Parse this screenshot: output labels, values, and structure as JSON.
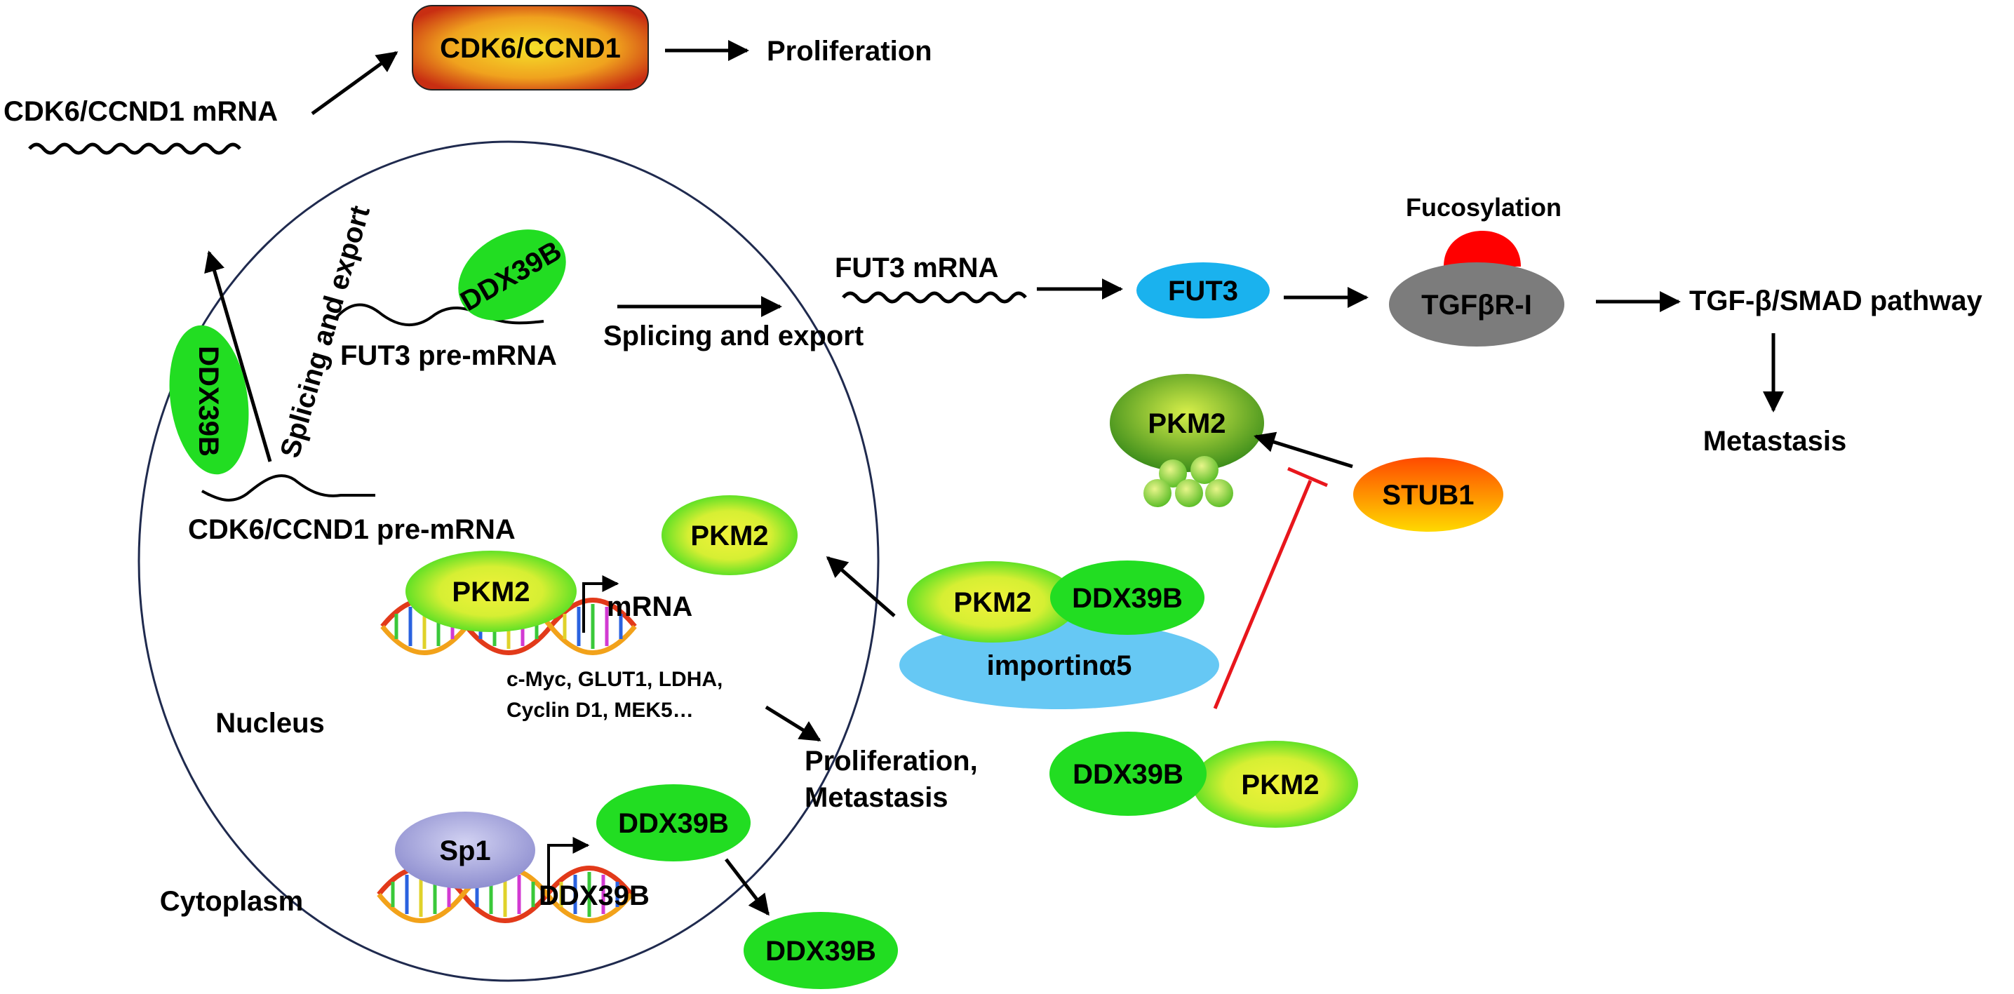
{
  "colors": {
    "green": "#22dd22",
    "pkm2_center": "#f2f23a",
    "pkm2_edge": "#44dd22",
    "fut3": "#1ab2ee",
    "tgfbr": "#7c7c7c",
    "importin": "#66c8f4",
    "sp1": "#a5a5dd",
    "cdk_outer": "#c82e12",
    "cdk_inner": "#f5e12a",
    "stub1_top": "#ff5a00",
    "stub1_bottom": "#ffd900",
    "fucosylation": "#ff0000",
    "inhibit": "#e8161c",
    "arrow": "#000000",
    "membrane": "#1f2a4e"
  },
  "labels": {
    "cdk6_ccnd1_protein": "CDK6/CCND1",
    "proliferation_top": "Proliferation",
    "cdk6_ccnd1_mrna": "CDK6/CCND1 mRNA",
    "splicing_export_vertical": "Splicing and export",
    "ddx39b_left": "DDX39B",
    "cdk6_ccnd1_premrna": "CDK6/CCND1 pre-mRNA",
    "ddx39b_fut3": "DDX39B",
    "fut3_premrna": "FUT3 pre-mRNA",
    "splicing_export_fut3": "Splicing and export",
    "fut3_mrna": "FUT3 mRNA",
    "fut3_protein": "FUT3",
    "fucosylation": "Fucosylation",
    "tgfbr1": "TGFβR-I",
    "tgfb_smad": "TGF-β/SMAD pathway",
    "metastasis_right": "Metastasis",
    "pkm2_tetramer": "PKM2",
    "stub1": "STUB1",
    "pkm2_nuclear": "PKM2",
    "pkm2_complex": "PKM2",
    "ddx39b_complex": "DDX39B",
    "importin": "importinα5",
    "pkm2_dna": "PKM2",
    "mrna": "mRNA",
    "targets_line1": "c-Myc, GLUT1, LDHA,",
    "targets_line2": "Cyclin D1, MEK5…",
    "nucleus": "Nucleus",
    "prolif_metastasis_line1": "Proliferation,",
    "prolif_metastasis_line2": "Metastasis",
    "ddx39b_pair": "DDX39B",
    "pkm2_pair": "PKM2",
    "sp1": "Sp1",
    "ddx39b_gene": "DDX39B",
    "ddx39b_nuclear": "DDX39B",
    "cytoplasm": "Cytoplasm",
    "ddx39b_cytoplasm": "DDX39B"
  }
}
